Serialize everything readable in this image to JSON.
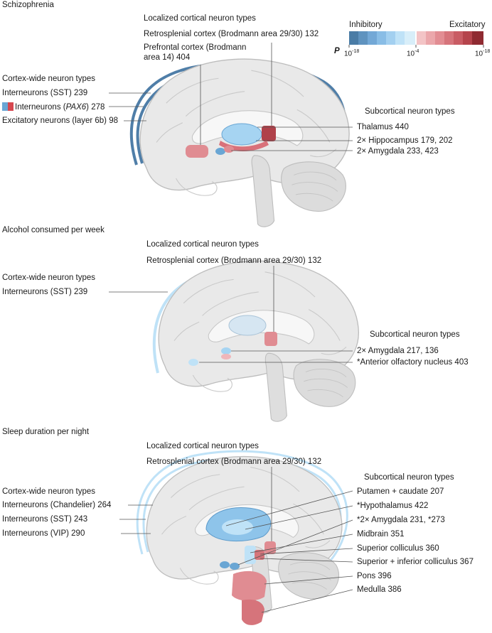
{
  "colors": {
    "inhibitory_scale": [
      "#4a7ca6",
      "#5f93bf",
      "#73a8d6",
      "#89bde6",
      "#a3d0f0",
      "#bfe2f7",
      "#d8eef9"
    ],
    "excitatory_scale": [
      "#f3c4c6",
      "#eba7ab",
      "#e28d93",
      "#d6747b",
      "#c95c64",
      "#b5444c",
      "#8f2a31"
    ],
    "brain_fill": "#e9e9e9",
    "brain_outline": "#bdbdbd",
    "line": "#555555"
  },
  "legend": {
    "inhibitory_label": "Inhibitory",
    "excitatory_label": "Excitatory",
    "p_label": "P",
    "tick_left": "10",
    "tick_left_exp": "-18",
    "tick_mid": "10",
    "tick_mid_exp": "-4",
    "tick_right": "10",
    "tick_right_exp": "-18"
  },
  "panels": [
    {
      "title": "Schizophrenia",
      "localized_header": "Localized cortical neuron types",
      "localized": [
        {
          "text": "Retrosplenial cortex (Brodmann area 29/30) 132"
        },
        {
          "text": "Prefrontal cortex (Brodmann"
        },
        {
          "text": "area 14) 404"
        }
      ],
      "cortex_header": "Cortex-wide neuron types",
      "cortex": [
        {
          "text": "Interneurons (SST) 239"
        },
        {
          "text_pre": "Interneurons (",
          "text_ital": "PAX6",
          "text_post": ") 278"
        },
        {
          "text": "Excitatory neurons (layer 6b) 98"
        }
      ],
      "subcortical_header": "Subcortical neuron types",
      "subcortical": [
        {
          "text": "Thalamus 440"
        },
        {
          "text": "2× Hippocampus 179, 202"
        },
        {
          "text": "2× Amygdala 233, 423"
        }
      ]
    },
    {
      "title": "Alcohol consumed per week",
      "localized_header": "Localized cortical neuron types",
      "localized": [
        {
          "text": "Retrosplenial cortex (Brodmann area 29/30) 132"
        }
      ],
      "cortex_header": "Cortex-wide neuron types",
      "cortex": [
        {
          "text": "Interneurons (SST) 239"
        }
      ],
      "subcortical_header": "Subcortical neuron types",
      "subcortical": [
        {
          "text": "2× Amygdala 217, 136"
        },
        {
          "text": "*Anterior olfactory nucleus 403"
        }
      ]
    },
    {
      "title": "Sleep duration per night",
      "localized_header": "Localized cortical neuron types",
      "localized": [
        {
          "text": "Retrosplenial cortex (Brodmann area 29/30) 132"
        }
      ],
      "cortex_header": "Cortex-wide neuron types",
      "cortex": [
        {
          "text": "Interneurons (Chandelier) 264"
        },
        {
          "text": "Interneurons (SST) 243"
        },
        {
          "text": "Interneurons (VIP) 290"
        }
      ],
      "subcortical_header": "Subcortical neuron types",
      "subcortical": [
        {
          "text": "Putamen + caudate 207"
        },
        {
          "text": "*Hypothalamus 422"
        },
        {
          "text": "*2× Amygdala 231, *273"
        },
        {
          "text": "Midbrain 351"
        },
        {
          "text": "Superior colliculus 360"
        },
        {
          "text": "Superior + inferior colliculus 367"
        },
        {
          "text": "Pons 396"
        },
        {
          "text": "Medulla 386"
        }
      ]
    }
  ]
}
